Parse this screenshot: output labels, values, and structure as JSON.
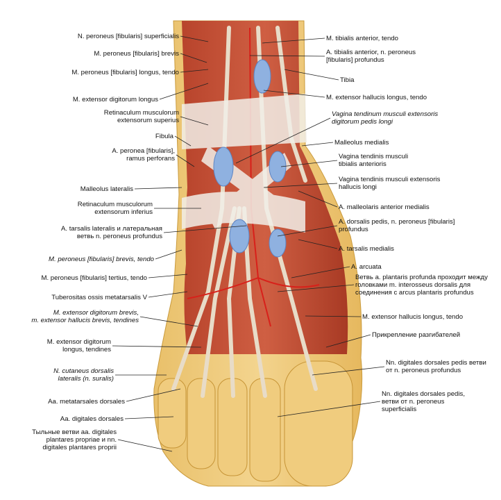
{
  "left_labels": [
    {
      "id": "l1",
      "lines": [
        "N. peroneus [fibularis] superficialis"
      ]
    },
    {
      "id": "l2",
      "lines": [
        "M. peroneus [fibularis] brevis"
      ]
    },
    {
      "id": "l3",
      "lines": [
        "M. peroneus [fibularis] longus, tendo"
      ]
    },
    {
      "id": "l4",
      "lines": [
        "M. extensor digitorum longus"
      ]
    },
    {
      "id": "l5",
      "lines": [
        "Retinaculum musculorum",
        "extensorum superius"
      ]
    },
    {
      "id": "l6",
      "lines": [
        "Fibula"
      ]
    },
    {
      "id": "l7",
      "lines": [
        "A. peronea [fibularis],",
        "ramus perforans"
      ]
    },
    {
      "id": "l8",
      "lines": [
        "Malleolus lateralis"
      ]
    },
    {
      "id": "l9",
      "lines": [
        "Retinaculum musculorum",
        "extensorum inferius"
      ]
    },
    {
      "id": "l10",
      "lines": [
        "A. tarsalis lateralis и латеральная",
        "ветвь n. peroneus profundus"
      ]
    },
    {
      "id": "l11",
      "lines": [
        "M. peroneus [fibularis] brevis, tendo"
      ]
    },
    {
      "id": "l12",
      "lines": [
        "M. peroneus [fibularis] tertius, tendo"
      ]
    },
    {
      "id": "l13",
      "lines": [
        "Tuberositas ossis metatarsalis V"
      ]
    },
    {
      "id": "l14",
      "lines": [
        "M. extensor digitorum brevis,",
        "m. extensor hallucis brevis, tendines"
      ]
    },
    {
      "id": "l15",
      "lines": [
        "M. extensor digitorum",
        "longus, tendines"
      ]
    },
    {
      "id": "l16",
      "lines": [
        "N. cutaneus dorsalis",
        "lateralis (n. suralis)"
      ]
    },
    {
      "id": "l17",
      "lines": [
        "Aa. metatarsales dorsales"
      ]
    },
    {
      "id": "l18",
      "lines": [
        "Aa. digitales dorsales"
      ]
    },
    {
      "id": "l19",
      "lines": [
        "Тыльные ветви aa. digitales",
        "plantares propriae и nn.",
        "digitales plantares proprii"
      ]
    }
  ],
  "right_labels": [
    {
      "id": "r1",
      "lines": [
        "M. tibialis anterior, tendo"
      ]
    },
    {
      "id": "r2",
      "lines": [
        "A. tibialis anterior, n. peroneus",
        "[fibularis] profundus"
      ]
    },
    {
      "id": "r3",
      "lines": [
        "Tibia"
      ]
    },
    {
      "id": "r4",
      "lines": [
        "M. extensor hallucis longus, tendo"
      ]
    },
    {
      "id": "r5",
      "lines": [
        "Vagina tendinum musculi extensoris",
        "digitorum pedis longi"
      ]
    },
    {
      "id": "r6",
      "lines": [
        "Malleolus medialis"
      ]
    },
    {
      "id": "r7",
      "lines": [
        "Vagina tendinis musculi",
        "tibialis anterioris"
      ]
    },
    {
      "id": "r8",
      "lines": [
        "Vagina tendinis musculi extensoris",
        "hallucis longi"
      ]
    },
    {
      "id": "r9",
      "lines": [
        "A. malleolaris anterior medialis"
      ]
    },
    {
      "id": "r10",
      "lines": [
        "A. dorsalis pedis, n. peroneus [fibularis]",
        "profundus"
      ]
    },
    {
      "id": "r11",
      "lines": [
        "A. tarsalis medialis"
      ]
    },
    {
      "id": "r12",
      "lines": [
        "A. arcuata"
      ]
    },
    {
      "id": "r13",
      "lines": [
        "Ветвь a. plantaris profunda проходит между",
        "головками m. interosseus dorsalis для",
        "соединения с arcus plantaris profundus"
      ]
    },
    {
      "id": "r14",
      "lines": [
        "M. extensor hallucis longus, tendo"
      ]
    },
    {
      "id": "r15",
      "lines": [
        "Прикрепление разгибателей"
      ]
    },
    {
      "id": "r16",
      "lines": [
        "Nn. digitales dorsales pedis ветви",
        "от n. peroneus profundus"
      ]
    },
    {
      "id": "r17",
      "lines": [
        "Nn. digitales dorsales pedis,",
        "ветви от n. peroneus",
        "superficialis"
      ]
    }
  ]
}
